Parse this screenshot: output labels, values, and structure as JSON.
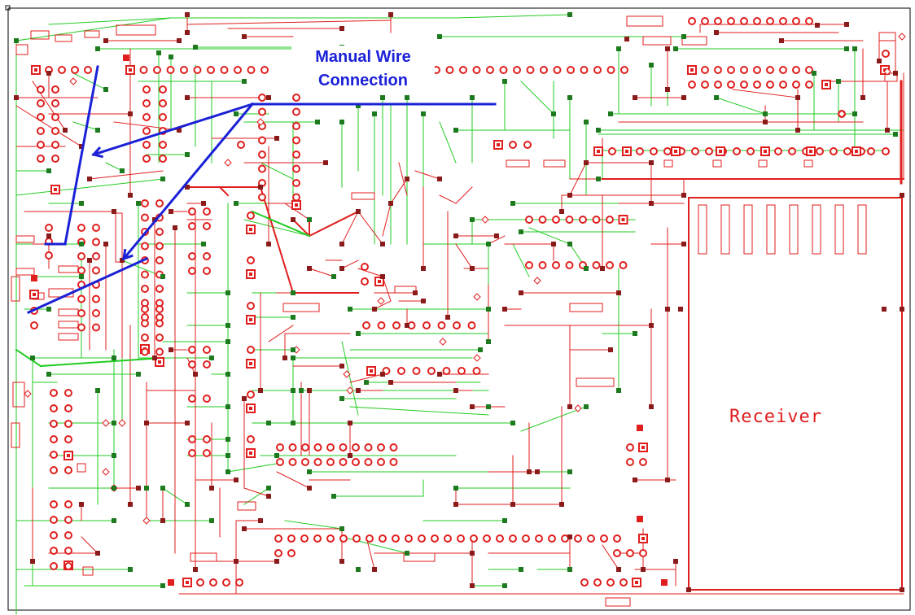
{
  "diagram": {
    "callout": {
      "line1": "Manual Wire",
      "line2": "Connection"
    },
    "receiver_label": "Receiver",
    "colors": {
      "pcb_top": "#e01e1e",
      "pcb_bottom": "#22cc22",
      "via": "#1e7a1e",
      "pad_dark": "#8b1a1a",
      "manual_wire": "#1a21d6",
      "frame": "#000000"
    }
  }
}
